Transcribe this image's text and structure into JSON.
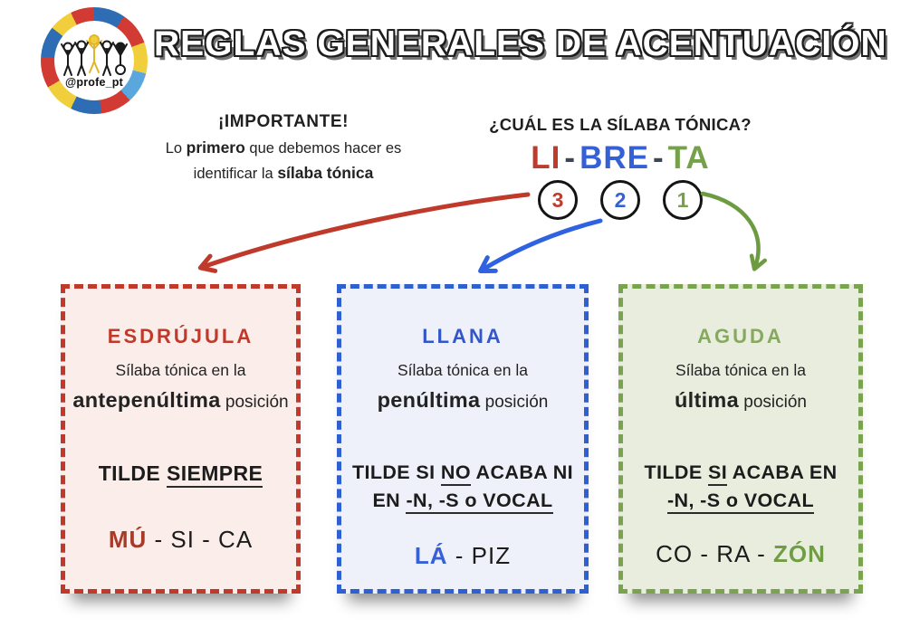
{
  "logo": {
    "handle": "@profe_pt"
  },
  "title": "REGLAS GENERALES DE ACENTUACIÓN",
  "important": {
    "heading": "¡IMPORTANTE!",
    "line1_pre": "Lo ",
    "line1_bold": "primero",
    "line1_post": " que debemos hacer es",
    "line2_pre": "identificar la ",
    "line2_bold": "sílaba tónica"
  },
  "tonic": {
    "heading": "¿CUÁL ES LA SÍLABA TÓNICA?",
    "separator": "-",
    "syllables": [
      {
        "text": "LI",
        "number": "3",
        "color": "#bf3b2b"
      },
      {
        "text": "BRE",
        "number": "2",
        "color": "#3560d6"
      },
      {
        "text": "TA",
        "number": "1",
        "color": "#76a14b"
      }
    ]
  },
  "boxes": [
    {
      "name": "esdrujula",
      "title": "ESDRÚJULA",
      "accent_color": "#c0392b",
      "background_color": "#fbeeea",
      "intro_line": "Sílaba tónica en la",
      "position_bold": "antepenúltima",
      "position_rest": " posición",
      "rule_line1_pre": "TILDE ",
      "rule_line1_underline": "SIEMPRE",
      "rule_line1_post": "",
      "example_lead": "",
      "example_accent": "MÚ",
      "example_rest": " - SI - CA"
    },
    {
      "name": "llana",
      "title": "LLANA",
      "accent_color": "#2e5fd3",
      "background_color": "#eef1f9",
      "intro_line": "Sílaba tónica en la",
      "position_bold": "penúltima",
      "position_rest": " posición",
      "rule_line1_pre": "TILDE SI ",
      "rule_line1_underline": "NO",
      "rule_line1_post": " ACABA NI",
      "rule_line2_pre": "EN ",
      "rule_line2_underline": "-N, -S o VOCAL",
      "example_lead": "",
      "example_accent": "LÁ",
      "example_rest": " - PIZ"
    },
    {
      "name": "aguda",
      "title": "AGUDA",
      "accent_color": "#7aa34f",
      "background_color": "#e9edde",
      "intro_line": "Sílaba tónica en la",
      "position_bold": "última",
      "position_rest": " posición",
      "rule_line1_pre": "TILDE ",
      "rule_line1_underline": "SI",
      "rule_line1_post": " ACABA EN",
      "rule_line2_pre": "",
      "rule_line2_underline": "-N, -S o VOCAL",
      "example_lead": "CO - RA - ",
      "example_accent": "ZÓN",
      "example_rest": ""
    }
  ],
  "arrow_colors": {
    "red": "#bf3a2b",
    "blue": "#2f62e0",
    "green": "#6d9b41"
  }
}
